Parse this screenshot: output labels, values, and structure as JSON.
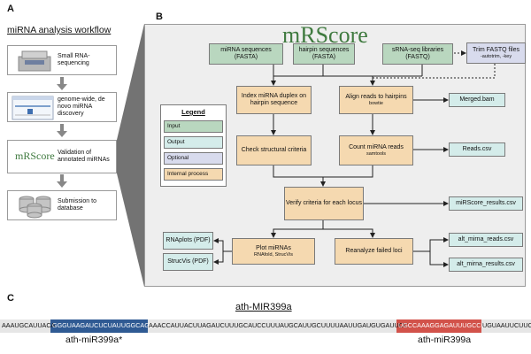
{
  "panels": {
    "a": "A",
    "b": "B",
    "c": "C"
  },
  "workflow": {
    "title": "miRNA analysis workflow",
    "steps": [
      {
        "label": "Small RNA-sequencing"
      },
      {
        "label": "genome-wide, de novo miRNA discovery"
      },
      {
        "label": "Validation of annotated miRNAs",
        "logo": "mRScore"
      },
      {
        "label": "Submission to database"
      }
    ]
  },
  "diagram": {
    "logo": "mRScore",
    "inputs": {
      "mirna": "miRNA sequences (FASTA)",
      "hairpin": "hairpin sequences (FASTA)",
      "srna": "sRNA-seq libraries (FASTQ)"
    },
    "optional": {
      "trim": "Trim FASTQ files",
      "trim_sub": "-autotrim, -key"
    },
    "process": {
      "index": "Index miRNA duplex on hairpin sequence",
      "align": "Align reads to hairpins",
      "align_sub": "bowtie",
      "check": "Check structural criteria",
      "count": "Count miRNA reads",
      "count_sub": "samtools",
      "verify": "Verify criteria for each locus",
      "plot": "Plot miRNAs",
      "plot_sub": "RNAfold, StrucVis",
      "reanalyze": "Reanalyze failed loci"
    },
    "outputs": {
      "merged": "Merged.bam",
      "reads": "Reads.csv",
      "results": "miRScore_results.csv",
      "alt_reads": "alt_mirna_reads.csv",
      "alt_results": "alt_mirna_results.csv",
      "rnaplots": "RNAplots (PDF)",
      "strucvis": "StrucVis (PDF)"
    },
    "legend": {
      "title": "Legend",
      "items": [
        "Input",
        "Output",
        "Optional",
        "Internal process"
      ]
    }
  },
  "panel_c": {
    "title": "ath-MIR399a",
    "seq_pre": "AAAUGCAUUACA",
    "seq_star": "GGGUAAGAUCUCUAUUGGCAGG",
    "seq_mid": "AAACCAUUACUUAGAUCUUUGCAUCCUUUAUGCAUUGCUUUUAAUUGAUGUGAUUCC",
    "seq_mature": "UGCCAAAGGAGAUUUGCCC",
    "seq_post": "UGUAAUUCUUCU",
    "star_label": "ath-miR399a*",
    "mature_label": "ath-miR399a"
  },
  "colors": {
    "input": "#b9d7bf",
    "output": "#d4ecea",
    "optional": "#d8dbed",
    "process": "#f5d9b0",
    "star_highlight": "#2f5a93",
    "mature_highlight": "#d2524a",
    "logo_green": "#3f7a3f"
  }
}
